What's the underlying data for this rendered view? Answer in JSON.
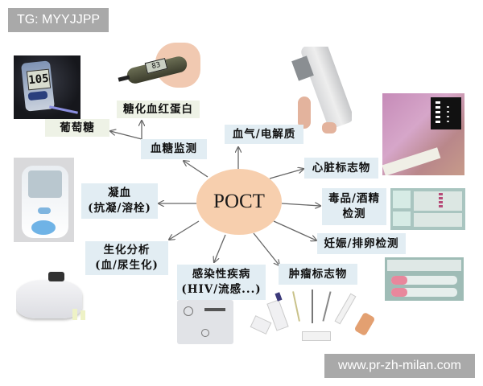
{
  "watermarks": {
    "top_left": "TG: MYYJJPP",
    "bottom_right": "www.pr-zh-milan.com"
  },
  "center": {
    "label": "POCT",
    "color": "#f7cfae"
  },
  "branches": {
    "blood_glucose": {
      "label": "血糖监测"
    },
    "glucose": {
      "label": "葡萄糖"
    },
    "hba1c": {
      "label": "糖化血红蛋白"
    },
    "blood_gas": {
      "label": "血气/电解质"
    },
    "cardiac": {
      "label": "心脏标志物"
    },
    "drugs": {
      "line1": "毒品/酒精",
      "line2": "检测"
    },
    "pregnancy": {
      "label": "妊娠/排卵检测"
    },
    "tumor": {
      "label": "肿瘤标志物"
    },
    "infectious": {
      "line1": "感染性疾病",
      "line2": "(HIV/流感...)"
    },
    "biochem": {
      "line1": "生化分析",
      "line2": "(血/尿生化)"
    },
    "coagulation": {
      "line1": "凝血",
      "line2": "(抗凝/溶栓)"
    }
  },
  "devices": {
    "glucometer_reading": "105",
    "hba1c_meter_reading": "83"
  },
  "colors": {
    "label_bg": "#e2edf3",
    "label_bg_alt": "#eef2e6",
    "watermark_bg": "#a9a9a9",
    "arrow": "#666666"
  }
}
